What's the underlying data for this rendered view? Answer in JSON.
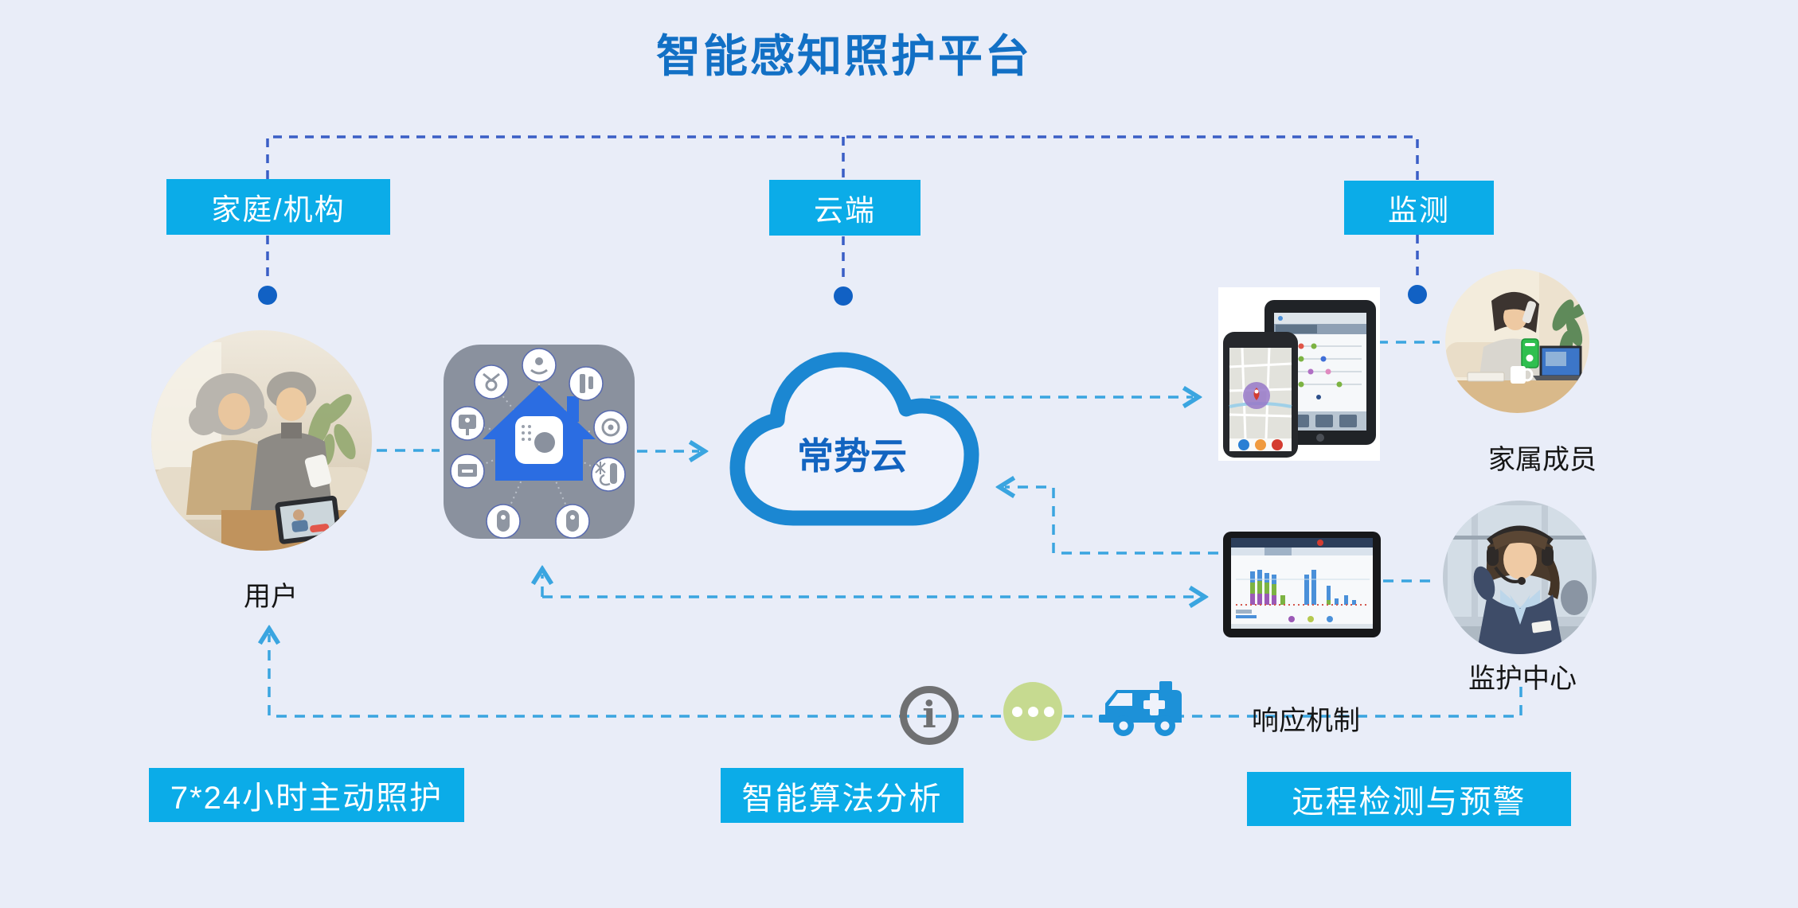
{
  "title": "智能感知照护平台",
  "zones": {
    "home": {
      "label": "家庭/机构"
    },
    "cloud": {
      "label": "云端"
    },
    "monitor": {
      "label": "监测"
    }
  },
  "cloud": {
    "name": "常势云"
  },
  "captions": {
    "user": "用户",
    "family": "家属成员",
    "center": "监护中心",
    "response": "响应机制"
  },
  "footer": {
    "care": "7*24小时主动照护",
    "analysis": "智能算法分析",
    "remote": "远程检测与预警"
  },
  "icons": {
    "hub": "smart-home-hub-icon",
    "house": "house-icon",
    "info": "info-icon",
    "chat": "chat-dots-icon",
    "ambulance": "ambulance-icon",
    "cloud": "cloud-icon"
  },
  "colors": {
    "background": "#e9edf8",
    "title_blue": "#1270c5",
    "label_box_cyan": "#0bace8",
    "dark_dash_blue": "#3a5ec6",
    "light_dash_blue": "#3aa5e0",
    "dot_blue": "#1161c4",
    "hub_gray": "#8a919e",
    "house_blue": "#2b6de2",
    "cloud_border_blue": "#1b87d2",
    "cloud_text_blue": "#1264c0",
    "info_gray": "#6f7072",
    "chat_green": "#c6da90",
    "ambulance_blue": "#1d91d8",
    "caption_black": "#161616"
  }
}
